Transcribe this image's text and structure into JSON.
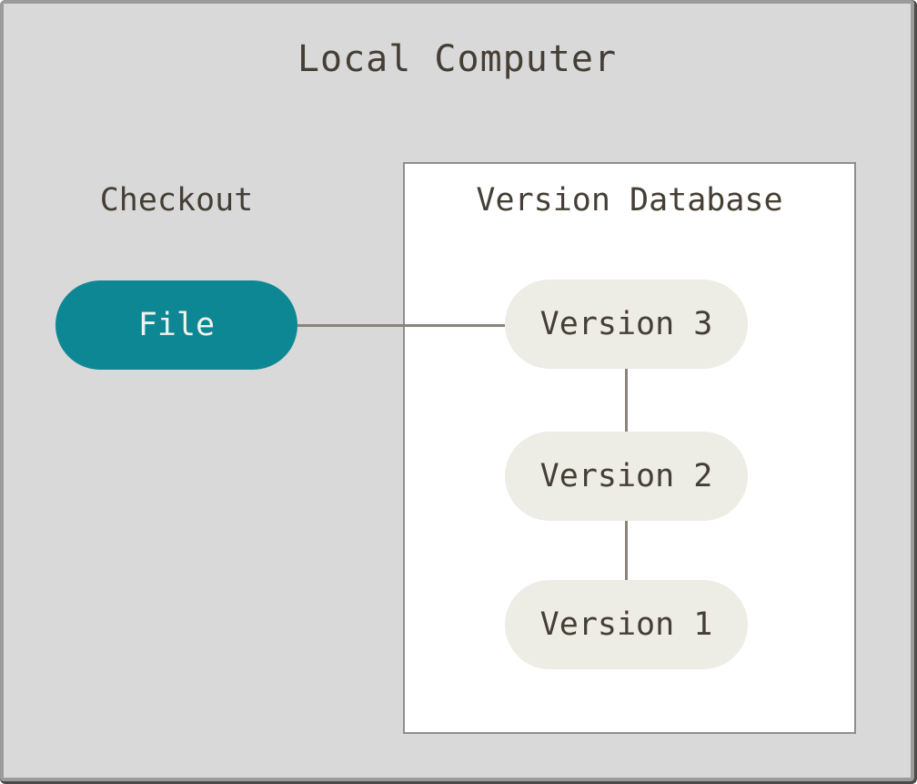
{
  "diagram": {
    "title": "Local Computer",
    "checkout": {
      "label": "Checkout"
    },
    "file_node": {
      "label": "File"
    },
    "version_database": {
      "title": "Version Database",
      "versions": [
        {
          "label": "Version 3"
        },
        {
          "label": "Version 2"
        },
        {
          "label": "Version 1"
        }
      ]
    },
    "colors": {
      "frame_background": "#d9d9d9",
      "frame_border": "#9b9b9b",
      "frame_shadow_edge": "#4c4a47",
      "file_node_fill": "#0e8795",
      "file_node_text": "#f3f2ec",
      "version_node_fill": "#edece5",
      "version_box_fill": "#ffffff",
      "version_box_border": "#8f8f8f",
      "text_dark": "#453e35",
      "connector": "#8a8379"
    }
  }
}
